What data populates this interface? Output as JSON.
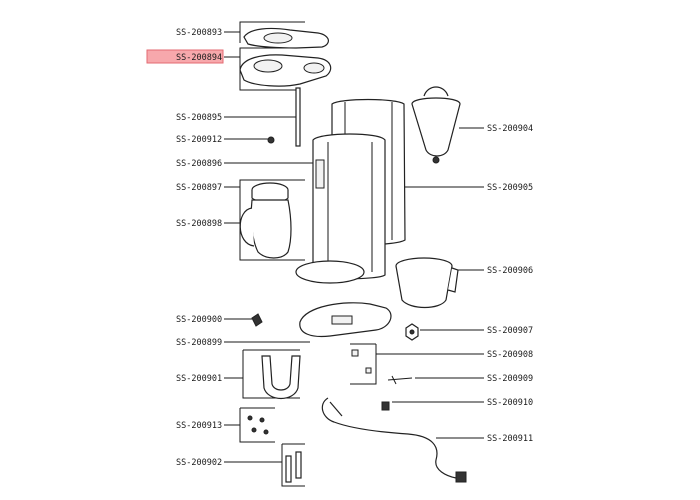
{
  "labels": [
    {
      "id": "ss-200893",
      "text": "SS-200893",
      "side": "left"
    },
    {
      "id": "ss-200894",
      "text": "SS-200894",
      "side": "left",
      "highlight": true
    },
    {
      "id": "ss-200895",
      "text": "SS-200895",
      "side": "left"
    },
    {
      "id": "ss-200912",
      "text": "SS-200912",
      "side": "left"
    },
    {
      "id": "ss-200896",
      "text": "SS-200896",
      "side": "left"
    },
    {
      "id": "ss-200897",
      "text": "SS-200897",
      "side": "left"
    },
    {
      "id": "ss-200898",
      "text": "SS-200898",
      "side": "left"
    },
    {
      "id": "ss-200900",
      "text": "SS-200900",
      "side": "left"
    },
    {
      "id": "ss-200899",
      "text": "SS-200899",
      "side": "left"
    },
    {
      "id": "ss-200901",
      "text": "SS-200901",
      "side": "left"
    },
    {
      "id": "ss-200913",
      "text": "SS-200913",
      "side": "left"
    },
    {
      "id": "ss-200902",
      "text": "SS-200902",
      "side": "left"
    },
    {
      "id": "ss-200904",
      "text": "SS-200904",
      "side": "right"
    },
    {
      "id": "ss-200905",
      "text": "SS-200905",
      "side": "right"
    },
    {
      "id": "ss-200906",
      "text": "SS-200906",
      "side": "right"
    },
    {
      "id": "ss-200907",
      "text": "SS-200907",
      "side": "right"
    },
    {
      "id": "ss-200908",
      "text": "SS-200908",
      "side": "right"
    },
    {
      "id": "ss-200909",
      "text": "SS-200909",
      "side": "right"
    },
    {
      "id": "ss-200910",
      "text": "SS-200910",
      "side": "right"
    },
    {
      "id": "ss-200911",
      "text": "SS-200911",
      "side": "right"
    }
  ],
  "colors": {
    "highlight": "#f7a8ac",
    "line": "#1a1a1a"
  }
}
